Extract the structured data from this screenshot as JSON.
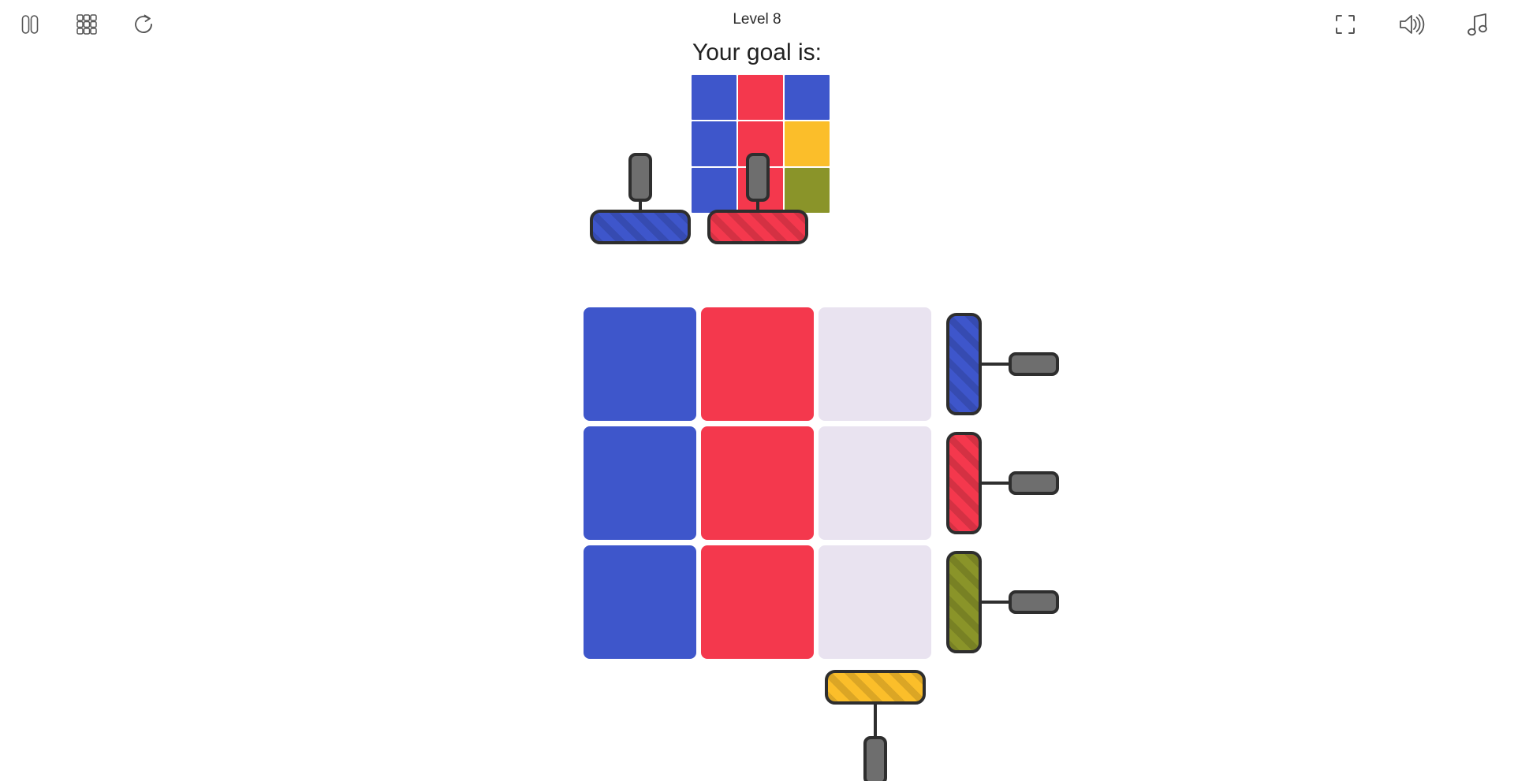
{
  "header": {
    "level_label": "Level 8",
    "goal_label": "Your goal is:",
    "left_buttons": [
      {
        "name": "pause-button",
        "icon": "pause-icon"
      },
      {
        "name": "levels-button",
        "icon": "grid-icon"
      },
      {
        "name": "restart-button",
        "icon": "restart-icon"
      }
    ],
    "right_buttons": [
      {
        "name": "fullscreen-button",
        "icon": "fullscreen-icon"
      },
      {
        "name": "sound-button",
        "icon": "speaker-icon"
      },
      {
        "name": "music-button",
        "icon": "music-note-icon"
      }
    ]
  },
  "palette": {
    "blue": "#3E56CB",
    "red": "#F4384D",
    "yellow": "#FBBE2A",
    "olive": "#8A9429",
    "empty": "#E9E3F0",
    "handle_fill": "#6E6E6E",
    "outline": "#2E2E2E",
    "background": "#FFFFFF",
    "text": "#222222"
  },
  "goal_grid": {
    "rows": 3,
    "cols": 3,
    "cells": [
      [
        "blue",
        "red",
        "blue"
      ],
      [
        "blue",
        "red",
        "yellow"
      ],
      [
        "blue",
        "red",
        "olive"
      ]
    ]
  },
  "board": {
    "rows": 3,
    "cols": 3,
    "cells": [
      [
        "blue",
        "red",
        "empty"
      ],
      [
        "blue",
        "red",
        "empty"
      ],
      [
        "blue",
        "red",
        "empty"
      ]
    ]
  },
  "sliders": [
    {
      "id": "col-slider-blue",
      "orientation": "column",
      "color": "blue",
      "target_index": 0,
      "handle_side": "top"
    },
    {
      "id": "col-slider-red",
      "orientation": "column",
      "color": "red",
      "target_index": 1,
      "handle_side": "top"
    },
    {
      "id": "col-slider-yellow",
      "orientation": "column",
      "color": "yellow",
      "target_index": 2,
      "handle_side": "bottom"
    },
    {
      "id": "row-slider-blue",
      "orientation": "row",
      "color": "blue",
      "target_index": 0,
      "handle_side": "right"
    },
    {
      "id": "row-slider-red",
      "orientation": "row",
      "color": "red",
      "target_index": 1,
      "handle_side": "right"
    },
    {
      "id": "row-slider-olive",
      "orientation": "row",
      "color": "olive",
      "target_index": 2,
      "handle_side": "right"
    }
  ]
}
